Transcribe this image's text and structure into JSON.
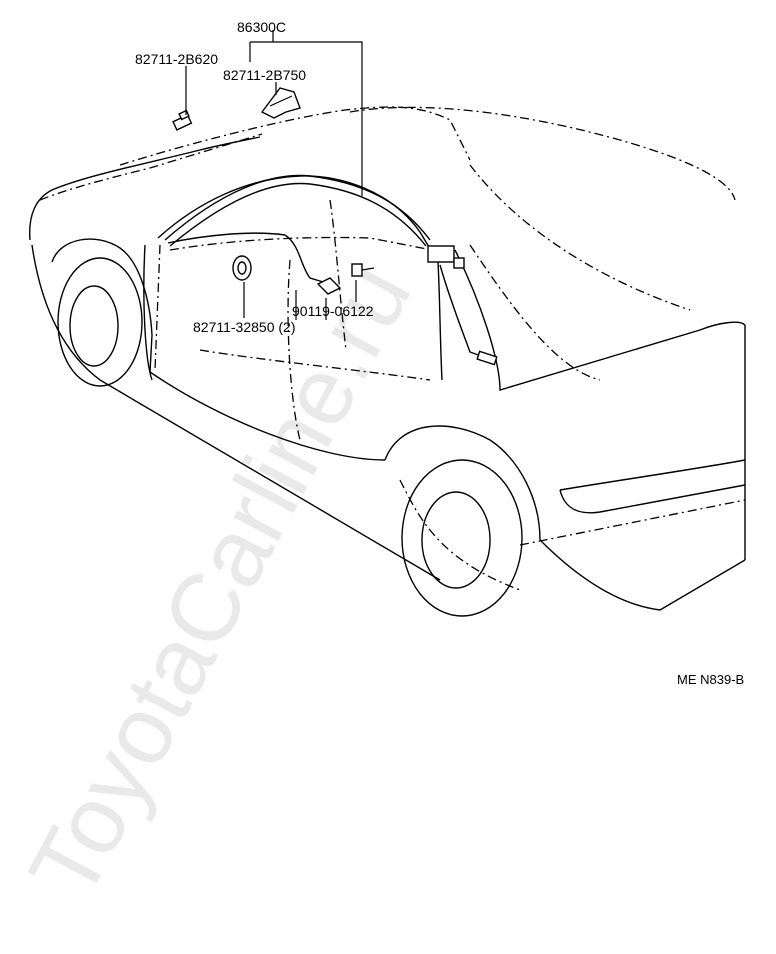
{
  "watermark": "ToyotaCarline.ru",
  "figure_code": "ME N839-B",
  "labels": {
    "assembly": "86300C",
    "part_a": "82711-2B620",
    "part_b": "82711-2B750",
    "part_c": "82711-32850 (2)",
    "part_d": "90119-06122"
  }
}
